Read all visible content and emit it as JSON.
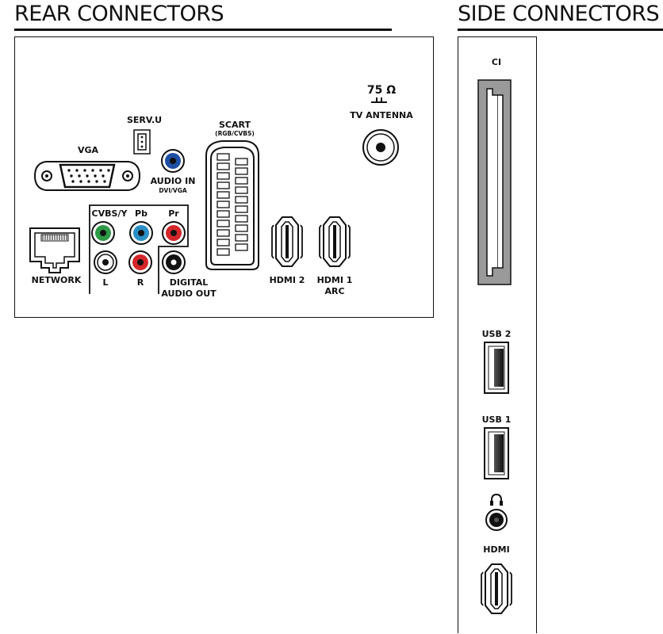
{
  "headings": {
    "rear": "REAR CONNECTORS",
    "side": "SIDE CONNECTORS"
  },
  "rear": {
    "serv_u": "SERV.U",
    "vga": "VGA",
    "audio_in": "AUDIO IN",
    "audio_in_sub": "DVI/VGA",
    "scart": "SCART",
    "scart_sub": "(RGB/CVBS)",
    "ohm": "75 Ω",
    "tv_antenna": "TV ANTENNA",
    "network": "NETWORK",
    "cvbs_y": "CVBS/Y",
    "pb": "Pb",
    "pr": "Pr",
    "l": "L",
    "r": "R",
    "digital": "DIGITAL",
    "audio_out": "AUDIO OUT",
    "hdmi2": "HDMI 2",
    "hdmi1": "HDMI 1",
    "arc": "ARC"
  },
  "side": {
    "ci": "CI",
    "usb2": "USB 2",
    "usb1": "USB 1",
    "hdmi": "HDMI"
  },
  "colors": {
    "green": "#2e9a46",
    "blue": "#2a8fc4",
    "red": "#d4262a",
    "white": "#ffffff",
    "black": "#111111",
    "audio_in": "#1f4fa3"
  },
  "icons": [
    "rca-jack",
    "vga-port",
    "scart-port",
    "hdmi-port",
    "usb-port",
    "ethernet-port",
    "coax-jack",
    "headphone-icon",
    "ci-slot",
    "serv-u-port"
  ]
}
